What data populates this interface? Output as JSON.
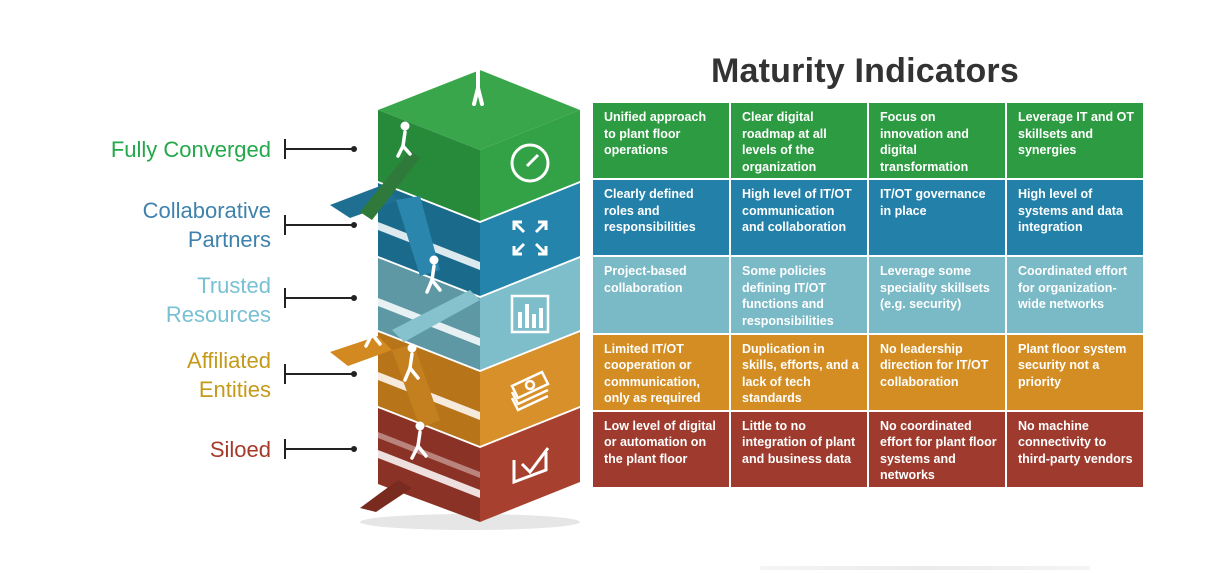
{
  "title": "Maturity Indicators",
  "colors": {
    "fully_converged": "#2d9b41",
    "collaborative_partners": "#2380a8",
    "trusted_resources": "#7ab9c6",
    "affiliated_entities": "#d38d22",
    "siloed": "#9e3b2e",
    "label_fully_converged": "#23a84a",
    "label_collaborative_partners": "#3f82ad",
    "label_trusted_resources": "#78c0d3",
    "label_affiliated_entities": "#c49a18",
    "label_siloed": "#a53a2a"
  },
  "levels": [
    {
      "key": "fully_converged",
      "label_line1": "Fully Converged",
      "label_line2": "",
      "icon": "compass-icon"
    },
    {
      "key": "collaborative_partners",
      "label_line1": "Collaborative",
      "label_line2": "Partners",
      "icon": "expand-arrows-icon"
    },
    {
      "key": "trusted_resources",
      "label_line1": "Trusted",
      "label_line2": "Resources",
      "icon": "bar-chart-icon"
    },
    {
      "key": "affiliated_entities",
      "label_line1": "Affiliated",
      "label_line2": "Entities",
      "icon": "money-stack-icon"
    },
    {
      "key": "siloed",
      "label_line1": "Siloed",
      "label_line2": "",
      "icon": "checkbox-icon"
    }
  ],
  "indicators": [
    [
      "Unified approach to plant floor operations",
      "Clear digital roadmap at all levels of the organization",
      "Focus on innovation and digital transformation",
      "Leverage IT and OT skillsets and synergies"
    ],
    [
      "Clearly defined roles and responsibilities",
      "High level of IT/OT communication and collaboration",
      "IT/OT governance in place",
      "High level of systems and data integration"
    ],
    [
      "Project-based collaboration",
      "Some policies defining IT/OT functions and responsibilities",
      "Leverage some speciality skillsets (e.g. security)",
      "Coordinated effort for organization-wide networks"
    ],
    [
      "Limited IT/OT cooperation or communication, only as required",
      "Duplication in skills, efforts, and a lack of tech standards",
      "No leadership direction for IT/OT collaboration",
      "Plant floor system security not a priority"
    ],
    [
      "Low level of digital or automation on the plant floor",
      "Little to no integration of plant and business data",
      "No coordinated effort for plant floor systems and networks",
      "No machine connectivity to third-party vendors"
    ]
  ]
}
